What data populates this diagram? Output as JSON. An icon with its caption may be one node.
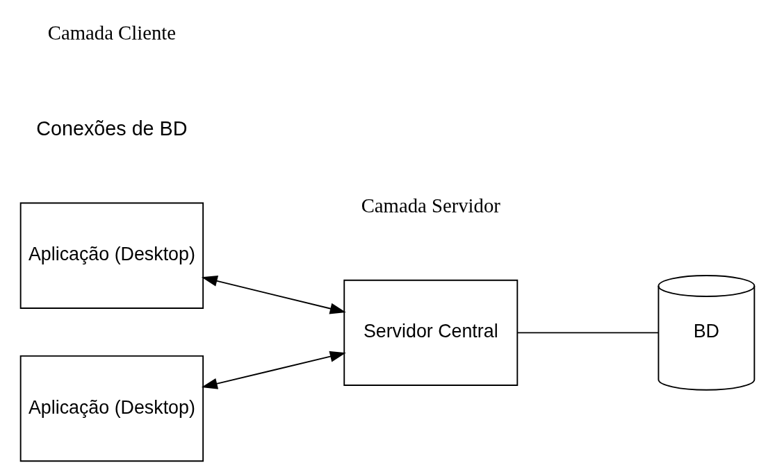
{
  "diagram": {
    "nodes": [
      {
        "text": [
          "Aplicação (Desktop)"
        ]
      },
      {
        "text": [
          "Aplicação (Desktop)"
        ]
      },
      {
        "text": [
          "Servidor Central"
        ]
      },
      {
        "text": [
          "BD"
        ]
      }
    ],
    "edges": [
      {
        "from": 0,
        "to": 2,
        "arrow": "both"
      },
      {
        "from": 1,
        "to": 2,
        "arrow": "both"
      },
      {
        "from": 2,
        "to": 3,
        "arrow": "none"
      }
    ],
    "labels": [
      "Conexões de BD",
      "Camada Cliente",
      "Camada Servidor"
    ]
  }
}
